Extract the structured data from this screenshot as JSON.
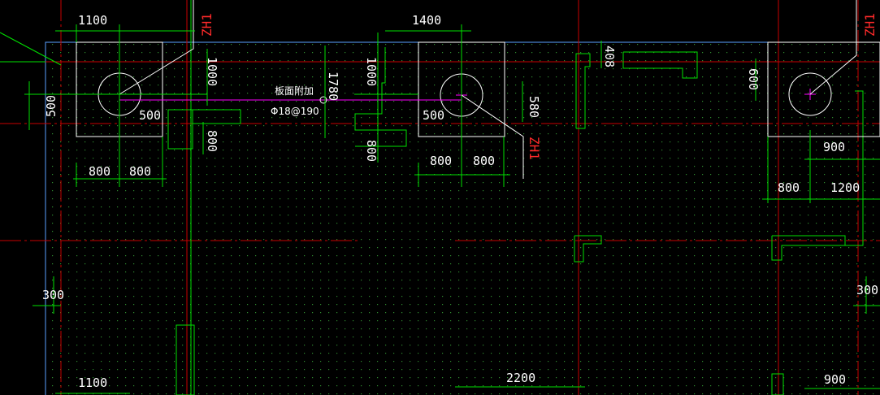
{
  "colors": {
    "background": "#000000",
    "dimension": "#00e000",
    "axis": "#c80000",
    "pile": "#ffffff",
    "slab_edge": "#5aa0ff",
    "rebar": "#ff00ff",
    "pile_tag": "#ff2a2a"
  },
  "pile_tag": "ZH1",
  "rebar_note": {
    "line1": "板面附加",
    "line2": "Φ18@190"
  },
  "dims": {
    "top_1100": "1100",
    "top_1400": "1400",
    "left_500": "500",
    "p1_500": "500",
    "p1_1000": "1000",
    "p1_800_v": "800",
    "p1_800_a": "800",
    "p1_800_b": "800",
    "mid_1780": "1780",
    "p2_1000": "1000",
    "p2_800_v": "800",
    "p2_500": "500",
    "p2_580": "580",
    "p2_800_a": "800",
    "p2_800_b": "800",
    "right_408": "408",
    "p3_600": "600",
    "p3_900": "900",
    "p3_800": "800",
    "p3_1200": "1200",
    "left_300": "300",
    "right_300": "300",
    "bot_1100": "1100",
    "bot_2200": "2200",
    "bot_900": "900"
  }
}
